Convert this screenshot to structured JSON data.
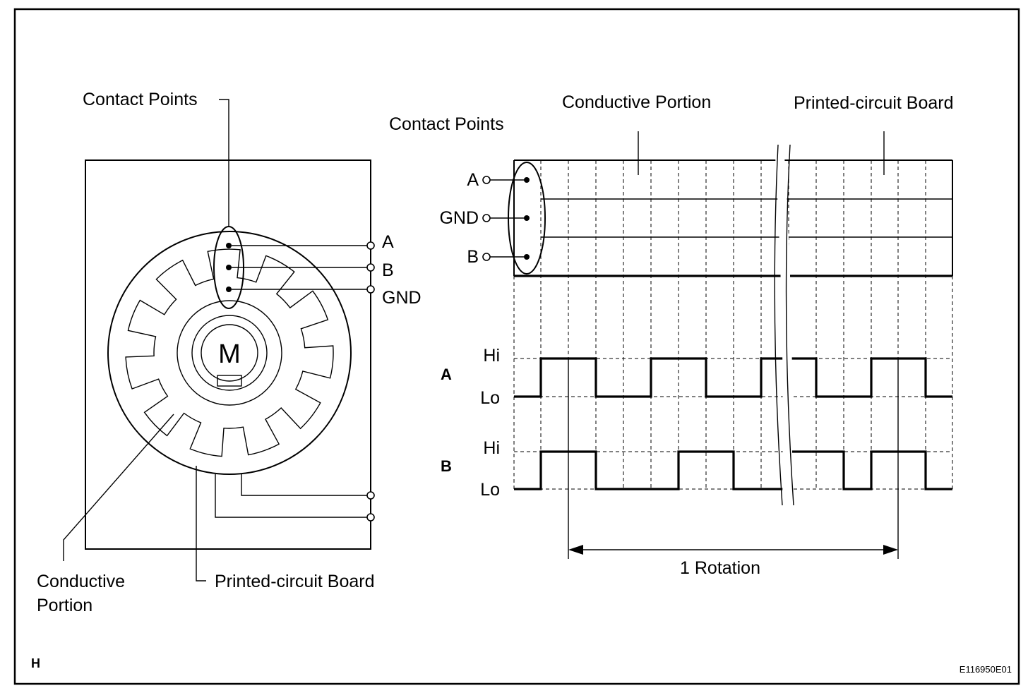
{
  "left": {
    "contact_points": "Contact Points",
    "motor": "M",
    "terminal_a": "A",
    "terminal_b": "B",
    "terminal_gnd": "GND",
    "conductive_portion": [
      "Conductive",
      "Portion"
    ],
    "printed_circuit_board": "Printed-circuit Board"
  },
  "right": {
    "contact_points": "Contact Points",
    "conductive_portion": "Conductive Portion",
    "printed_circuit_board": "Printed-circuit Board",
    "terminal_a": "A",
    "terminal_gnd": "GND",
    "terminal_b": "B",
    "signal_a": "A",
    "signal_b": "B",
    "hi": "Hi",
    "lo": "Lo",
    "rotation": "1 Rotation"
  },
  "waveforms": {
    "A": [
      0,
      1,
      1,
      0,
      0,
      1,
      1,
      0,
      0,
      1,
      1,
      0,
      0,
      1,
      1,
      0
    ],
    "B": [
      0,
      1,
      1,
      0,
      0,
      0,
      1,
      1,
      0,
      0,
      1,
      1,
      0,
      1,
      1,
      0
    ]
  },
  "corner_left": "H",
  "corner_right": "E116950E01"
}
